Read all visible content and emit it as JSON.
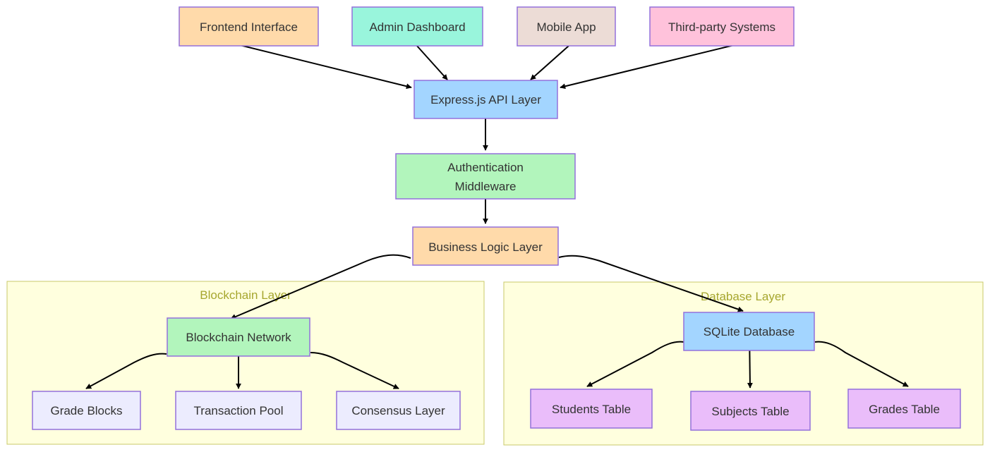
{
  "clusters": {
    "blockchain": {
      "label": "Blockchain Layer"
    },
    "database": {
      "label": "Database Layer"
    }
  },
  "nodes": {
    "frontend": {
      "label": "Frontend Interface",
      "color": "#ffdaaa"
    },
    "admin": {
      "label": "Admin Dashboard",
      "color": "#99f5dc"
    },
    "mobile": {
      "label": "Mobile App",
      "color": "#ecdcd6"
    },
    "thirdparty": {
      "label": "Third-party Systems",
      "color": "#ffc2db"
    },
    "api": {
      "label": "Express.js API Layer",
      "color": "#a3d5ff"
    },
    "auth": {
      "line1": "Authentication",
      "line2": "Middleware",
      "color": "#b2f5bc"
    },
    "business": {
      "label": "Business Logic Layer",
      "color": "#ffdaaa"
    },
    "network": {
      "label": "Blockchain Network",
      "color": "#b2f5bc"
    },
    "grade_blocks": {
      "label": "Grade Blocks",
      "color": "#ececfe"
    },
    "tx_pool": {
      "label": "Transaction Pool",
      "color": "#ececfe"
    },
    "consensus": {
      "label": "Consensus Layer",
      "color": "#ececfe"
    },
    "sqlite": {
      "label": "SQLite Database",
      "color": "#a3d5ff"
    },
    "students": {
      "label": "Students Table",
      "color": "#eabdfa"
    },
    "subjects": {
      "label": "Subjects Table",
      "color": "#eabdfa"
    },
    "grades": {
      "label": "Grades Table",
      "color": "#eabdfa"
    }
  }
}
